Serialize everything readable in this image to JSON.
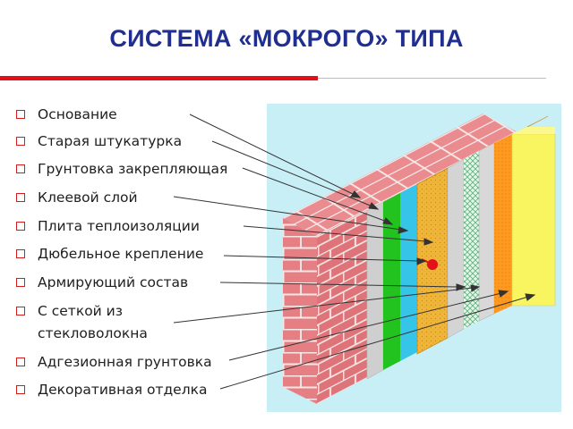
{
  "title": "СИСТЕМА «МОКРОГО» ТИПА",
  "layers": [
    {
      "label": "Основание"
    },
    {
      "label": "Старая штукатурка"
    },
    {
      "label": "Грунтовка закрепляющая"
    },
    {
      "label": "Клеевой слой"
    },
    {
      "label": "Плита теплоизоляции"
    },
    {
      "label": "Дюбельное крепление"
    },
    {
      "label": "Армирующий состав"
    },
    {
      "label": "С сеткой из",
      "label_line2": "стекловолокна"
    },
    {
      "label": "Адгезионная грунтовка"
    },
    {
      "label": "Декоративная отделка"
    }
  ],
  "colors": {
    "title": "#1f2e8f",
    "accent_rule": "#e3101a",
    "background_panel": "#c8eef6",
    "brick": "#e57f84",
    "mortar": "#f6e8e6",
    "old_plaster": "#cfcfcf",
    "primer_green": "#22c31f",
    "adhesive_blue": "#36c5e8",
    "insulation": "#f0b63a",
    "reinforcing": "#d4d4d4",
    "mesh": "#bfe2c8",
    "adhesion_primer": "#ff9a1e",
    "decorative": "#f8f560"
  }
}
